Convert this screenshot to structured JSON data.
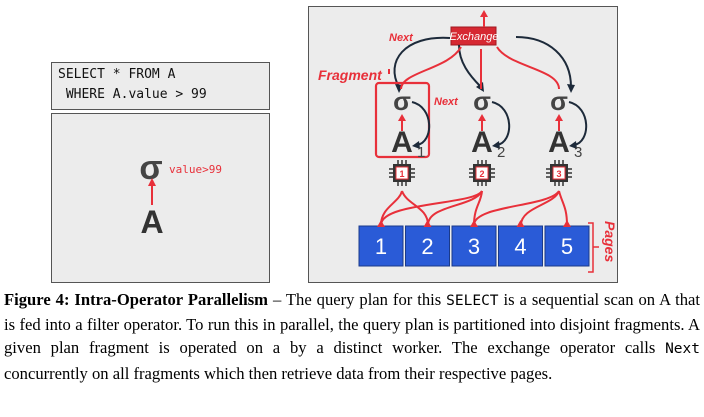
{
  "sql": {
    "line1": "SELECT * FROM A",
    "line2": " WHERE A.value > 99"
  },
  "left_plan": {
    "sigma": "σ",
    "predicate": "value>99",
    "table": "A"
  },
  "right_plan": {
    "exchange_label": "Exchange",
    "next_label_top": "Next",
    "next_label_mid": "Next",
    "fragment_label": "Fragment",
    "pages_label": "Pages",
    "operators": [
      {
        "sigma": "σ",
        "table": "A",
        "subscript": "1",
        "worker": "1"
      },
      {
        "sigma": "σ",
        "table": "A",
        "subscript": "2",
        "worker": "2"
      },
      {
        "sigma": "σ",
        "table": "A",
        "subscript": "3",
        "worker": "3"
      }
    ],
    "pages": [
      "1",
      "2",
      "3",
      "4",
      "5"
    ]
  },
  "colors": {
    "accent": "#e8303a",
    "dark_arrow": "#1d2a3a",
    "page_blue": "#2a5bd7",
    "panel_bg": "#ececec"
  },
  "caption": {
    "label": "Figure 4: Intra-Operator Parallelism",
    "dash": " – ",
    "seg1": "The query plan for this ",
    "code1": "SELECT",
    "seg2": " is a sequential scan on A that is fed into a filter operator. To run this in parallel, the query plan is partitioned into disjoint fragments. A given plan fragment is operated on a by a distinct worker. The exchange operator calls ",
    "code2": "Next",
    "seg3": " concurrently on all fragments which then retrieve data from their respective pages."
  }
}
